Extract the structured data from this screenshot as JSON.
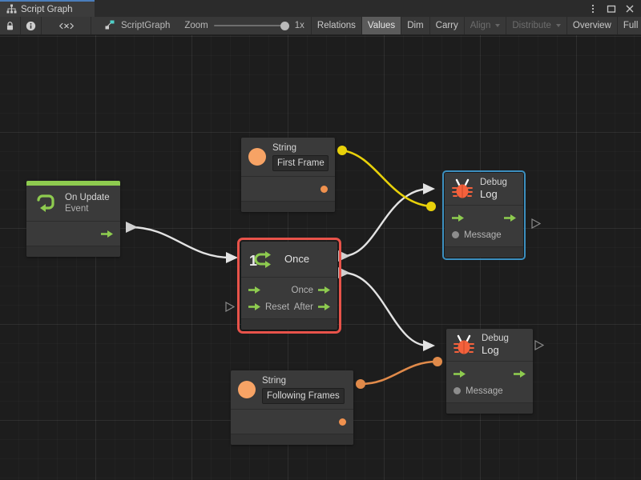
{
  "window": {
    "tab_label": "Script Graph",
    "tab_icon": "graph-hierarchy-icon",
    "controls": [
      {
        "name": "kebab-menu-icon",
        "label": "⋮"
      },
      {
        "name": "maximize-icon",
        "label": "□"
      },
      {
        "name": "close-icon",
        "label": "✕"
      }
    ]
  },
  "toolbar": {
    "lock_icon": "lock-icon",
    "info_icon": "info-icon",
    "code_icon": "code-brackets-icon",
    "breadcrumb_icon": "scriptgraph-node-icon",
    "breadcrumb_label": "ScriptGraph",
    "zoom_label": "Zoom",
    "zoom_value": "1x",
    "zoom_percent": 100,
    "buttons": [
      {
        "label": "Relations",
        "active": false,
        "disabled": false,
        "caret": false
      },
      {
        "label": "Values",
        "active": true,
        "disabled": false,
        "caret": false
      },
      {
        "label": "Dim",
        "active": false,
        "disabled": false,
        "caret": false
      },
      {
        "label": "Carry",
        "active": false,
        "disabled": false,
        "caret": false
      },
      {
        "label": "Align",
        "active": false,
        "disabled": true,
        "caret": true
      },
      {
        "label": "Distribute",
        "active": false,
        "disabled": true,
        "caret": true
      },
      {
        "label": "Overview",
        "active": false,
        "disabled": false,
        "caret": false
      },
      {
        "label": "Full Screen",
        "active": false,
        "disabled": false,
        "caret": false
      }
    ]
  },
  "colors": {
    "accent_green": "#8ecb4f",
    "flow_green": "#8ecb4f",
    "string_orange": "#f7a365",
    "wire_yellow": "#e8d10a",
    "wire_orange": "#e08a4a",
    "wire_white": "#e3e3e3",
    "select_red": "#e8534a",
    "select_blue": "#3c8fbf",
    "node_bg": "#3a3a3a",
    "canvas_bg": "#1d1d1d"
  },
  "nodes": {
    "on_update": {
      "title": "On Update",
      "subtitle": "Event",
      "icon": "update-loop-icon",
      "accent_color": "#8ecb4f",
      "selected": "none",
      "out_flow_label": ""
    },
    "string_first": {
      "title": "String",
      "icon": "string-orange-dot-icon",
      "value": "First Frame",
      "selected": "none"
    },
    "string_following": {
      "title": "String",
      "icon": "string-orange-dot-icon",
      "value": "Following Frames",
      "selected": "none"
    },
    "once": {
      "title": "Once",
      "icon": "once-counter-icon",
      "icon_number": "1",
      "selected": "red",
      "ports": {
        "in_flow": "",
        "in_reset": "Reset",
        "out_once": "Once",
        "out_after": "After"
      }
    },
    "debug_log_top": {
      "title": "Debug",
      "subtitle": "Log",
      "icon": "bug-icon",
      "selected": "blue",
      "ports": {
        "message": "Message"
      }
    },
    "debug_log_bottom": {
      "title": "Debug",
      "subtitle": "Log",
      "icon": "bug-icon",
      "selected": "none",
      "ports": {
        "message": "Message"
      }
    }
  }
}
